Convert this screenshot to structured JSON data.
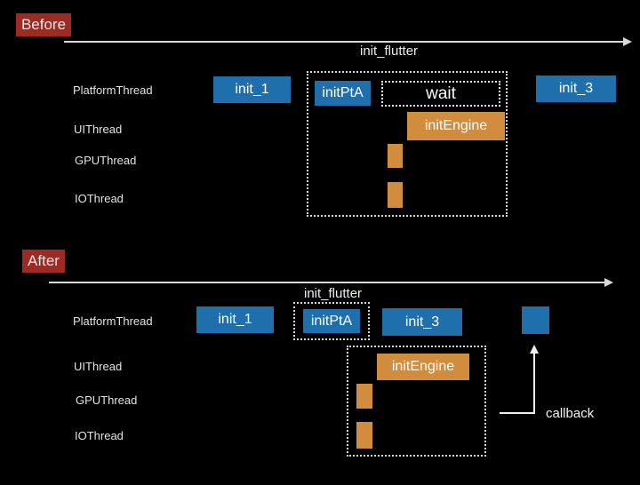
{
  "colors": {
    "background": "#000000",
    "blue": "#1f6fad",
    "orange": "#d28c3e",
    "red": "#9e2a24",
    "line": "#d9d9d9"
  },
  "before": {
    "label": "Before",
    "timeline_label": "init_flutter",
    "threads": [
      "PlatformThread",
      "UIThread",
      "GPUThread",
      "IOThread"
    ],
    "blocks": {
      "init_1": "init_1",
      "init_pta": "initPtA",
      "wait": "wait",
      "init_engine": "initEngine",
      "init_3": "init_3"
    }
  },
  "after": {
    "label": "After",
    "timeline_label": "init_flutter",
    "threads": [
      "PlatformThread",
      "UIThread",
      "GPUThread",
      "IOThread"
    ],
    "blocks": {
      "init_1": "init_1",
      "init_pta": "initPtA",
      "init_3": "init_3",
      "init_engine": "initEngine"
    },
    "callback_label": "callback"
  }
}
